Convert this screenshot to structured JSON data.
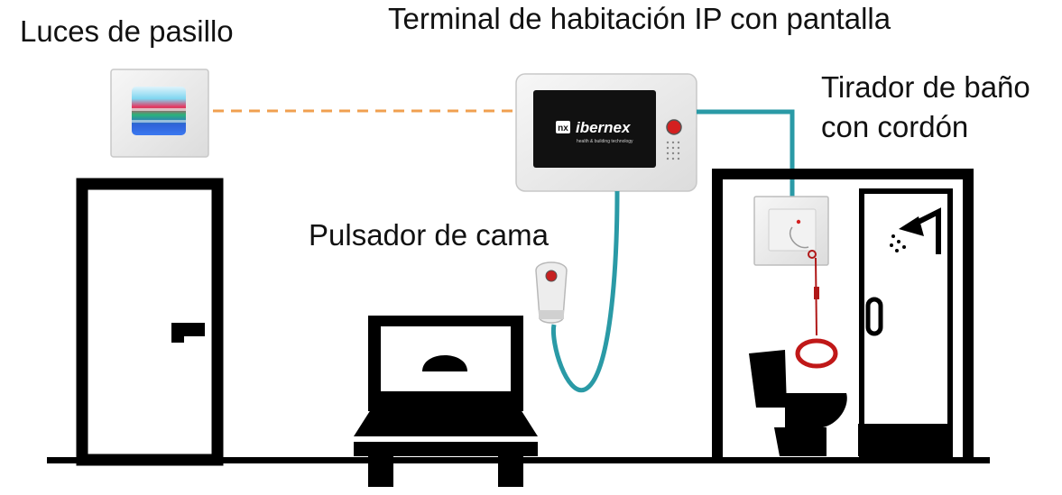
{
  "labels": {
    "hall_lights": "Luces de pasillo",
    "room_terminal": "Terminal de habitación IP con pantalla",
    "bath_pull_line1": "Tirador de baño",
    "bath_pull_line2": "con cordón",
    "bed_button": "Pulsador de cama"
  },
  "terminal_screen": {
    "logo_mark": "nx",
    "brand": "ibernex",
    "tagline": "health & building technology"
  },
  "colors": {
    "cable": "#2a9aa6",
    "dashed_link": "#f0a050",
    "call_red": "#d42020",
    "outline": "#000000"
  }
}
